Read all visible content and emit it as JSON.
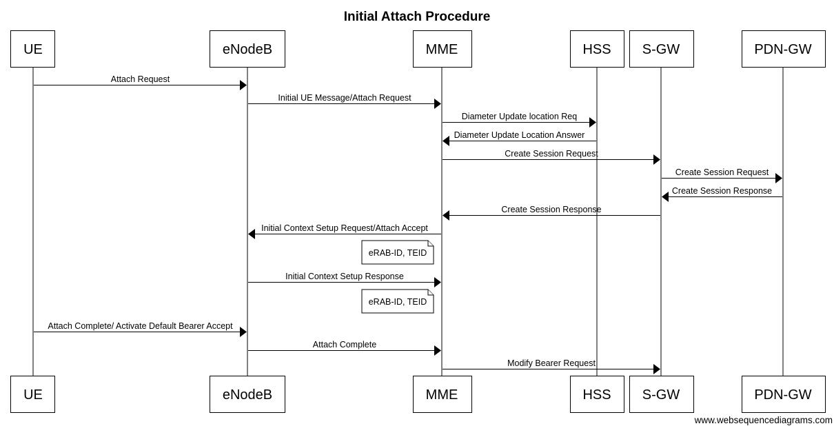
{
  "title": "Initial Attach Procedure",
  "participants": [
    {
      "id": "ue",
      "label": "UE"
    },
    {
      "id": "enodeb",
      "label": "eNodeB"
    },
    {
      "id": "mme",
      "label": "MME"
    },
    {
      "id": "hss",
      "label": "HSS"
    },
    {
      "id": "sgw",
      "label": "S-GW"
    },
    {
      "id": "pdngw",
      "label": "PDN-GW"
    }
  ],
  "messages": [
    {
      "from": "ue",
      "to": "enodeb",
      "label": "Attach Request"
    },
    {
      "from": "enodeb",
      "to": "mme",
      "label": "Initial UE Message/Attach Request"
    },
    {
      "from": "mme",
      "to": "hss",
      "label": "Diameter Update location Req"
    },
    {
      "from": "hss",
      "to": "mme",
      "label": "Diameter Update Location Answer"
    },
    {
      "from": "mme",
      "to": "sgw",
      "label": "Create Session Request"
    },
    {
      "from": "sgw",
      "to": "pdngw",
      "label": "Create Session Request"
    },
    {
      "from": "pdngw",
      "to": "sgw",
      "label": "Create Session Response"
    },
    {
      "from": "sgw",
      "to": "mme",
      "label": "Create Session Response"
    },
    {
      "from": "mme",
      "to": "enodeb",
      "label": "Initial Context Setup Request/Attach Accept"
    },
    {
      "note": "eRAB-ID, TEID"
    },
    {
      "from": "enodeb",
      "to": "mme",
      "label": "Initial Context Setup Response"
    },
    {
      "note": "eRAB-ID, TEID"
    },
    {
      "from": "ue",
      "to": "enodeb",
      "label": "Attach Complete/ Activate Default Bearer Accept"
    },
    {
      "from": "enodeb",
      "to": "mme",
      "label": "Attach Complete"
    },
    {
      "from": "mme",
      "to": "sgw",
      "label": "Modify Bearer Request"
    }
  ],
  "footer": "www.websequencediagrams.com"
}
